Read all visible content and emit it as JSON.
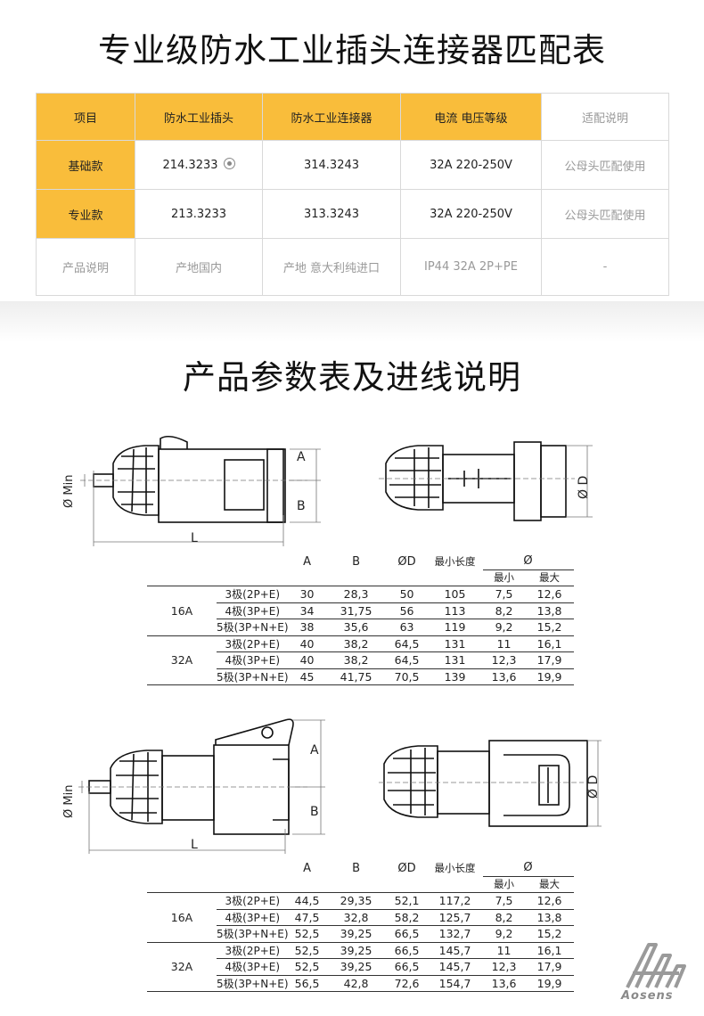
{
  "titles": {
    "match_table": "专业级防水工业插头连接器匹配表",
    "spec_section": "产品参数表及进线说明"
  },
  "match_table": {
    "header": [
      "项目",
      "防水工业插头",
      "防水工业连接器",
      "电流 电压等级",
      "适配说明"
    ],
    "rows": [
      {
        "label": "基础款",
        "plug": "214.3233",
        "connector": "314.3243",
        "rating": "32A 220-250V",
        "note": "公母头匹配使用"
      },
      {
        "label": "专业款",
        "plug": "213.3233",
        "connector": "313.3243",
        "rating": "32A 220-250V",
        "note": "公母头匹配使用"
      }
    ],
    "footer": {
      "label": "产品说明",
      "plug": "产地国内",
      "connector": "产地 意大利纯进口",
      "rating": "IP44 32A 2P+PE",
      "note": "-"
    },
    "colors": {
      "highlight": "#f9bd3b",
      "border": "#d9d9d9",
      "muted_text": "#999999"
    }
  },
  "drawing_labels": {
    "dim_a": "A",
    "dim_b": "B",
    "dim_d": "Ø D",
    "dim_min": "Ø Min",
    "dim_l": "L"
  },
  "spec_plug": {
    "columns": [
      "A",
      "B",
      "ØD",
      "最小长度"
    ],
    "dia_header": "Ø",
    "dia_min": "最小",
    "dia_max": "最大",
    "groups": [
      {
        "current": "16A",
        "rows": [
          {
            "poles": "3极(2P+E)",
            "a": "30",
            "b": "28,3",
            "d": "50",
            "len": "105",
            "min": "7,5",
            "max": "12,6"
          },
          {
            "poles": "4极(3P+E)",
            "a": "34",
            "b": "31,75",
            "d": "56",
            "len": "113",
            "min": "8,2",
            "max": "13,8"
          },
          {
            "poles": "5极(3P+N+E)",
            "a": "38",
            "b": "35,6",
            "d": "63",
            "len": "119",
            "min": "9,2",
            "max": "15,2"
          }
        ]
      },
      {
        "current": "32A",
        "rows": [
          {
            "poles": "3极(2P+E)",
            "a": "40",
            "b": "38,2",
            "d": "64,5",
            "len": "131",
            "min": "11",
            "max": "16,1"
          },
          {
            "poles": "4极(3P+E)",
            "a": "40",
            "b": "38,2",
            "d": "64,5",
            "len": "131",
            "min": "12,3",
            "max": "17,9"
          },
          {
            "poles": "5极(3P+N+E)",
            "a": "45",
            "b": "41,75",
            "d": "70,5",
            "len": "139",
            "min": "13,6",
            "max": "19,9"
          }
        ]
      }
    ]
  },
  "spec_connector": {
    "columns": [
      "A",
      "B",
      "ØD",
      "最小长度"
    ],
    "dia_header": "Ø",
    "dia_min": "最小",
    "dia_max": "最大",
    "groups": [
      {
        "current": "16A",
        "rows": [
          {
            "poles": "3极(2P+E)",
            "a": "44,5",
            "b": "29,35",
            "d": "52,1",
            "len": "117,2",
            "min": "7,5",
            "max": "12,6"
          },
          {
            "poles": "4极(3P+E)",
            "a": "47,5",
            "b": "32,8",
            "d": "58,2",
            "len": "125,7",
            "min": "8,2",
            "max": "13,8"
          },
          {
            "poles": "5极(3P+N+E)",
            "a": "52,5",
            "b": "39,25",
            "d": "66,5",
            "len": "132,7",
            "min": "9,2",
            "max": "15,2"
          }
        ]
      },
      {
        "current": "32A",
        "rows": [
          {
            "poles": "3极(2P+E)",
            "a": "52,5",
            "b": "39,25",
            "d": "66,5",
            "len": "145,7",
            "min": "11",
            "max": "16,1"
          },
          {
            "poles": "4极(3P+E)",
            "a": "52,5",
            "b": "39,25",
            "d": "66,5",
            "len": "145,7",
            "min": "12,3",
            "max": "17,9"
          },
          {
            "poles": "5极(3P+N+E)",
            "a": "56,5",
            "b": "42,8",
            "d": "72,6",
            "len": "154,7",
            "min": "13,6",
            "max": "19,9"
          }
        ]
      }
    ]
  },
  "brand": {
    "name": "Aosens",
    "logo_icon": "aosens-logo-icon"
  }
}
